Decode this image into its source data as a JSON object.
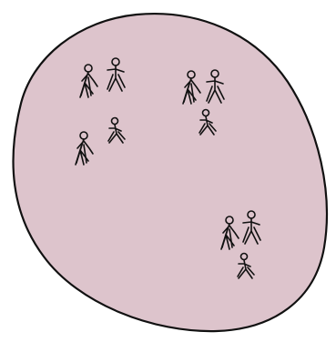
{
  "scene": {
    "description_visible_text": "",
    "region": {
      "fill": "#ddc4cc",
      "outline": "#111111"
    },
    "icon_set": "stick-figure-icon",
    "groups": [
      {
        "id": "upper-left-cluster",
        "figure_count": 4
      },
      {
        "id": "upper-middle-cluster",
        "figure_count": 3
      },
      {
        "id": "lower-right-cluster",
        "figure_count": 3
      }
    ]
  }
}
